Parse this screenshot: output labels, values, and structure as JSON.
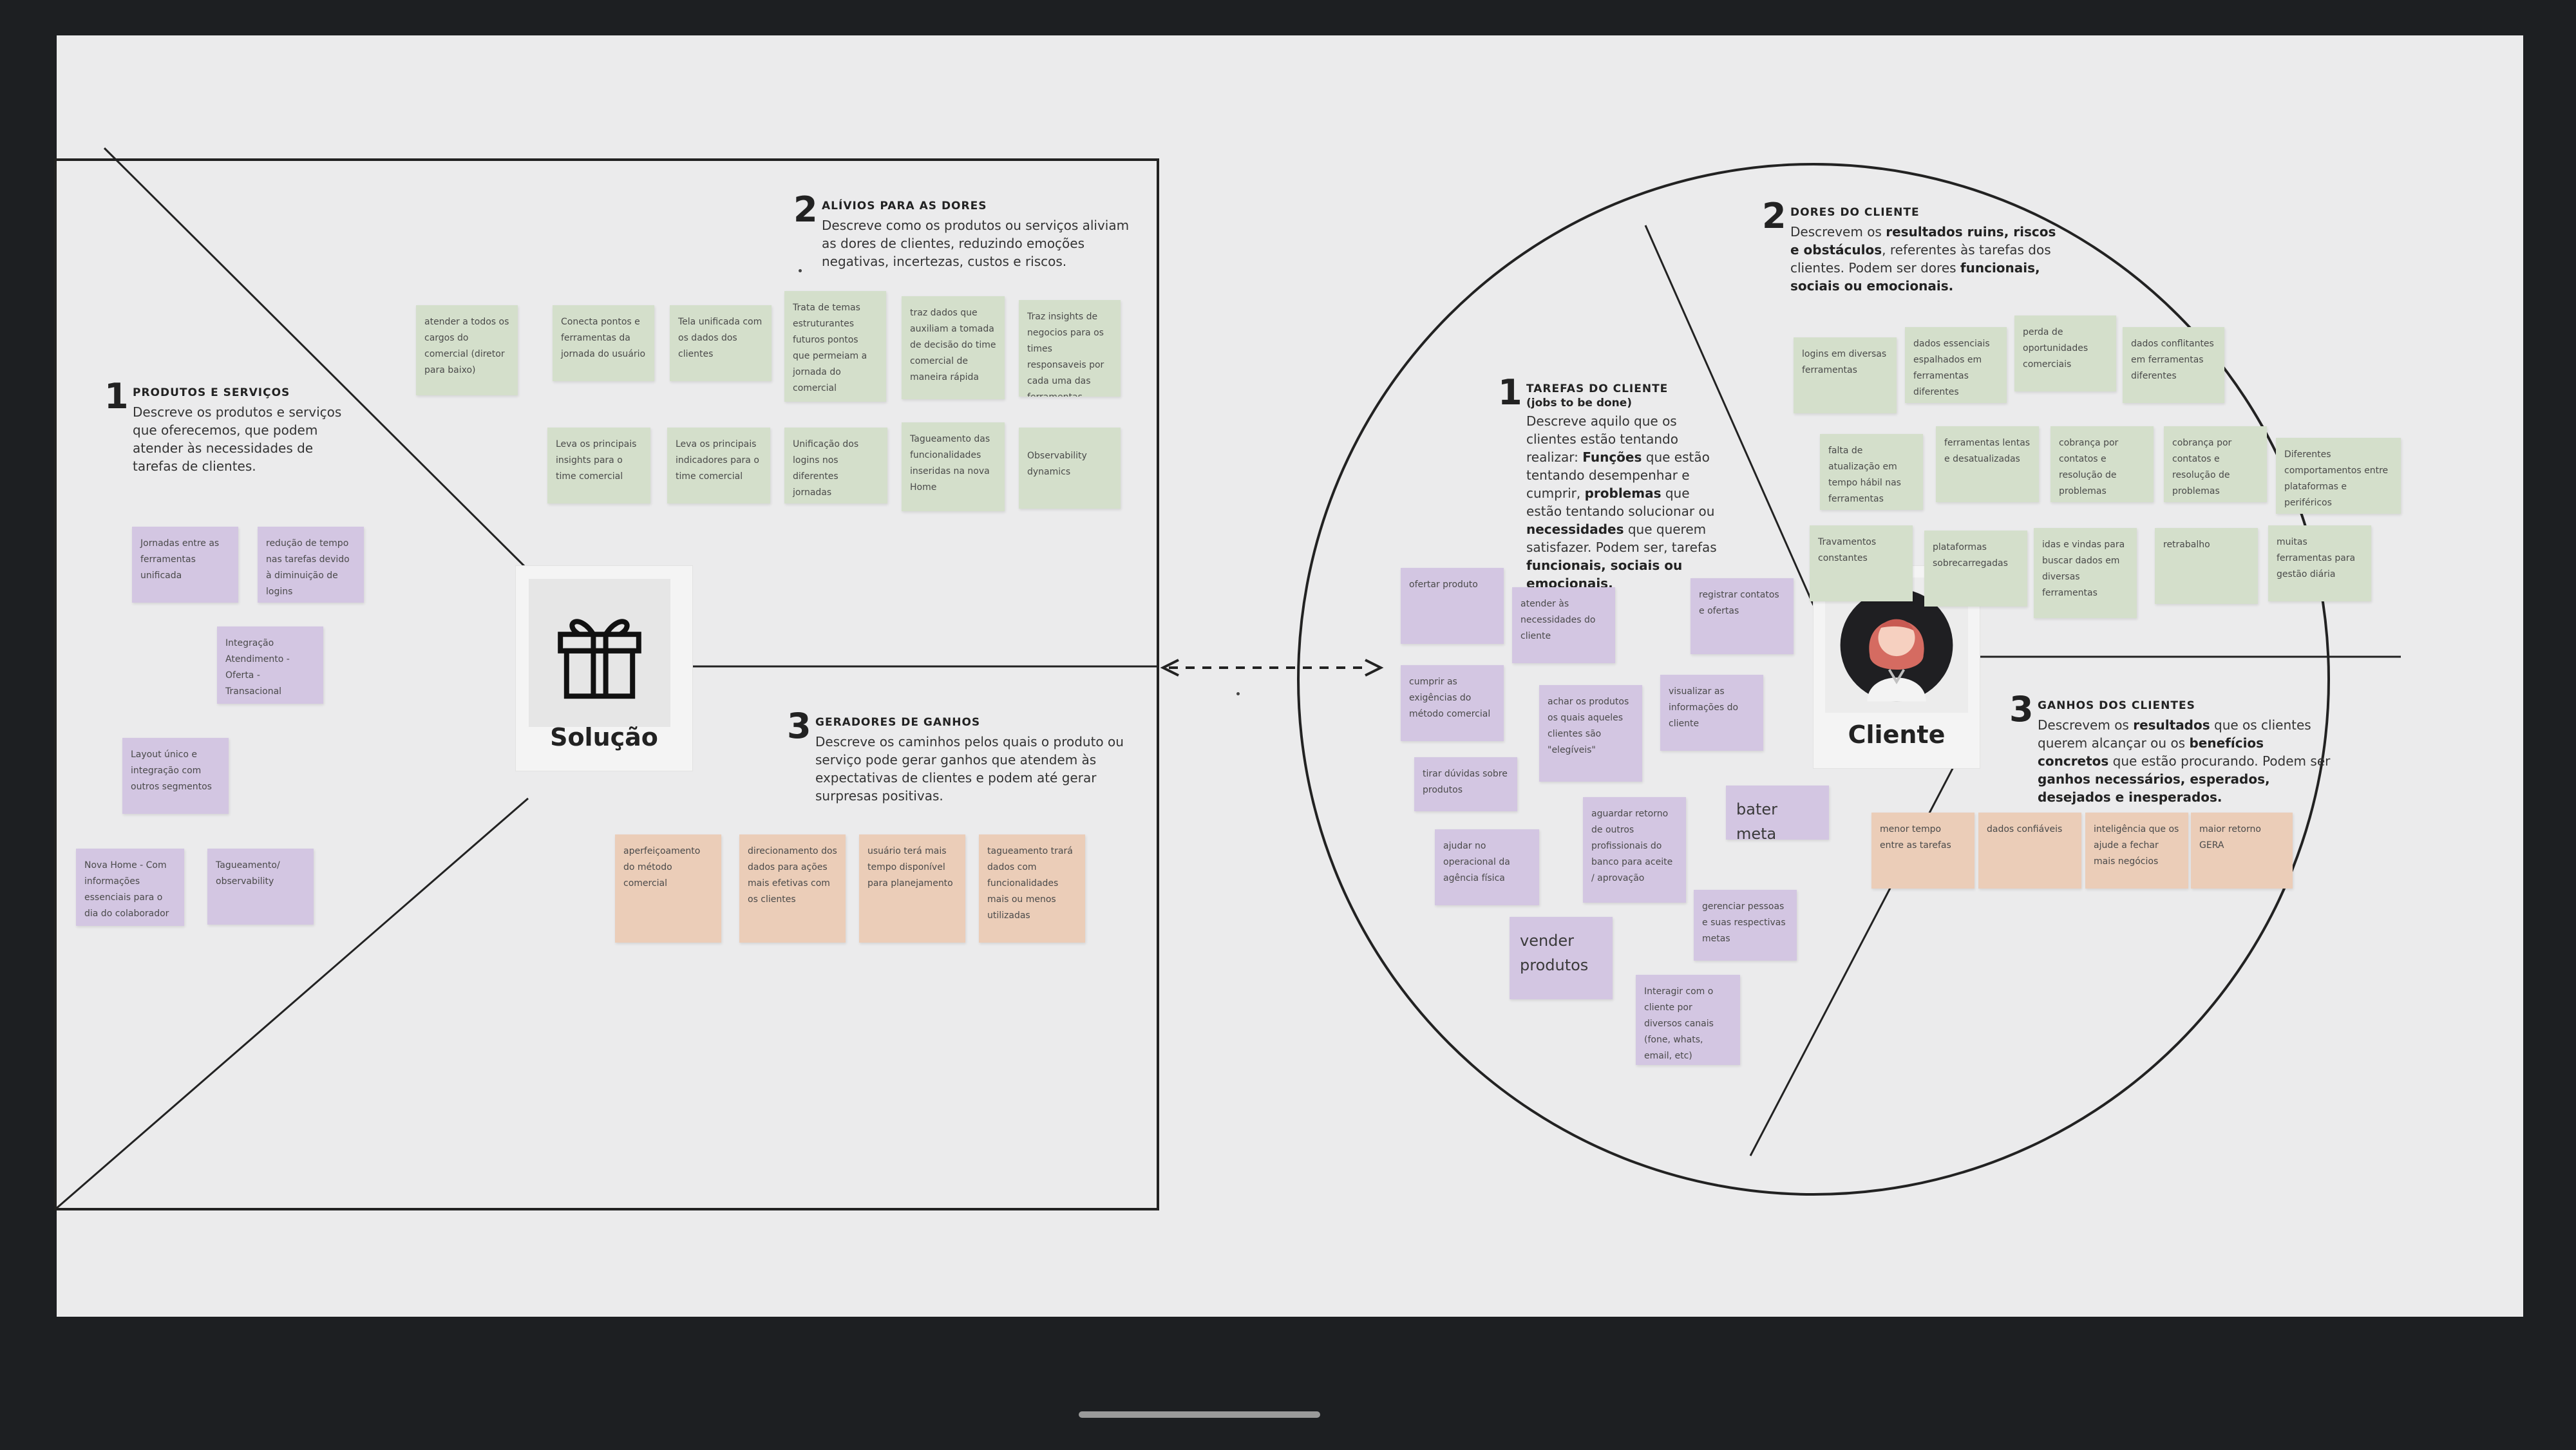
{
  "solution": {
    "label": "Solução",
    "products": {
      "number": "1",
      "title": "PRODUTOS E SERVIÇOS",
      "description": "Descreve os produtos e serviços que oferecemos, que podem atender às necessidades de tarefas de clientes.",
      "stickies": [
        "Jornadas entre as ferramentas unificada",
        "redução de tempo nas tarefas devido à diminuição de logins",
        "Integração Atendimento - Oferta - Transacional",
        "Layout único e integração com outros segmentos",
        "Nova Home - Com informações essenciais para o dia do colaborador",
        "Tagueamento/ observability"
      ]
    },
    "pain_relievers": {
      "number": "2",
      "title": "ALÍVIOS PARA AS DORES",
      "description": "Descreve como os produtos ou serviços aliviam as dores de clientes, reduzindo emoções negativas, incertezas, custos e riscos.",
      "stickies": [
        "atender a todos os cargos do comercial (diretor para baixo)",
        "Conecta pontos e ferramentas da jornada do usuário",
        "Tela unificada com os dados dos clientes",
        "Trata de temas estruturantes futuros pontos que permeiam a jornada do comercial",
        "traz dados que auxiliam a tomada de decisão do time comercial de maneira rápida",
        "Traz insights de negocios para os times responsaveis por cada uma das ferramentas",
        "Leva os principais insights para o time comercial",
        "Leva os principais indicadores para o time comercial",
        "Unificação dos logins nos diferentes jornadas",
        "Tagueamento das funcionalidades inseridas na nova Home",
        "Observability dynamics"
      ]
    },
    "gain_creators": {
      "number": "3",
      "title": "GERADORES DE GANHOS",
      "description": "Descreve os caminhos pelos quais o produto ou serviço pode gerar ganhos que atendem às expectativas de clientes e podem até gerar surpresas positivas.",
      "stickies": [
        "aperfeiçoamento do método comercial",
        "direcionamento dos dados para ações mais efetivas com os clientes",
        "usuário terá mais tempo disponível para planejamento",
        "tagueamento trará dados com funcionalidades mais ou menos utilizadas"
      ]
    }
  },
  "customer": {
    "label": "Cliente",
    "jobs": {
      "number": "1",
      "title": "TAREFAS DO CLIENTE",
      "subtitle": "(jobs to be done)",
      "description_html": "Descreve aquilo que os clientes estão tentando realizar: <b>Funções</b> que estão tentando desempenhar e cumprir, <b>problemas</b> que estão tentando solucionar ou <b>necessidades</b> que querem satisfazer. Podem ser, tarefas <b>funcionais, sociais ou emocionais.</b>",
      "stickies": [
        "ofertar produto",
        "atender às necessidades do cliente",
        "registrar contatos e ofertas",
        "cumprir as exigências do método comercial",
        "achar os produtos os quais aqueles clientes são \"elegíveis\"",
        "visualizar as informações do cliente",
        "tirar dúvidas sobre produtos",
        "bater meta",
        "aguardar retorno de outros profissionais do banco para aceite / aprovação",
        "ajudar no operacional da agência física",
        "gerenciar pessoas e suas respectivas metas",
        "vender produtos",
        "Interagir com o cliente por diversos canais (fone, whats, email, etc)"
      ]
    },
    "pains": {
      "number": "2",
      "title": "DORES DO CLIENTE",
      "description_html": "Descrevem os <b>resultados ruins, riscos e obstáculos</b>, referentes às tarefas dos clientes. Podem ser dores <b>funcionais, sociais ou emocionais.</b>",
      "stickies": [
        "logins em diversas ferramentas",
        "dados essenciais espalhados em ferramentas diferentes",
        "perda de oportunidades comerciais",
        "dados conflitantes em ferramentas diferentes",
        "falta de atualização em tempo hábil nas ferramentas",
        "ferramentas lentas e desatualizadas",
        "cobrança por contatos e resolução de problemas",
        "cobrança por contatos e resolução de problemas",
        "Diferentes comportamentos entre plataformas e periféricos",
        "Travamentos constantes",
        "plataformas sobrecarregadas",
        "idas e vindas para buscar dados em diversas ferramentas",
        "retrabalho",
        "muitas ferramentas para gestão diária"
      ]
    },
    "gains": {
      "number": "3",
      "title": "GANHOS DOS CLIENTES",
      "description_html": "Descrevem os <b>resultados</b> que os clientes querem alcançar ou os <b>benefícios concretos</b> que estão procurando. Podem ser <b>ganhos necessários, esperados, desejados e inesperados.</b>",
      "stickies": [
        "menor tempo entre as tarefas",
        "dados confiáveis",
        "inteligência que os ajude a fechar mais negócios",
        "maior retorno GERA"
      ]
    }
  },
  "colors": {
    "green": "#d4dfcb",
    "purple": "#d3c6e2",
    "orange": "#ebcdb8"
  },
  "icons": {
    "solution": "gift-icon",
    "customer": "woman-avatar-icon"
  }
}
